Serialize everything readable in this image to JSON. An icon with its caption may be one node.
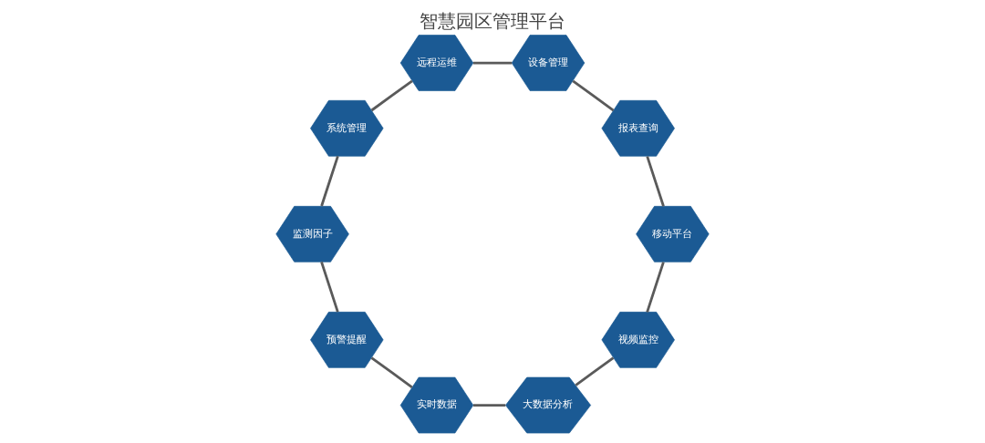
{
  "diagram": {
    "title": "智慧园区管理平台",
    "nodes": [
      {
        "text": [
          "视频监控"
        ]
      },
      {
        "text": [
          "大数据分析"
        ]
      },
      {
        "text": [
          "实时数据"
        ]
      },
      {
        "text": [
          "预警提醒"
        ]
      },
      {
        "text": [
          "监测因子"
        ]
      },
      {
        "text": [
          "系统管理"
        ]
      },
      {
        "text": [
          "远程运维"
        ]
      },
      {
        "text": [
          "设备管理"
        ]
      },
      {
        "text": [
          "报表查询"
        ]
      },
      {
        "text": [
          "移动平台"
        ]
      }
    ],
    "edges": [
      {
        "from": 0,
        "to": 1,
        "arrow": "none"
      },
      {
        "from": 1,
        "to": 2,
        "arrow": "none"
      },
      {
        "from": 2,
        "to": 3,
        "arrow": "none"
      },
      {
        "from": 3,
        "to": 4,
        "arrow": "none"
      },
      {
        "from": 4,
        "to": 5,
        "arrow": "none"
      },
      {
        "from": 5,
        "to": 6,
        "arrow": "none"
      },
      {
        "from": 6,
        "to": 7,
        "arrow": "none"
      },
      {
        "from": 7,
        "to": 8,
        "arrow": "none"
      },
      {
        "from": 8,
        "to": 9,
        "arrow": "none"
      },
      {
        "from": 9,
        "to": 0,
        "arrow": "none"
      }
    ]
  }
}
